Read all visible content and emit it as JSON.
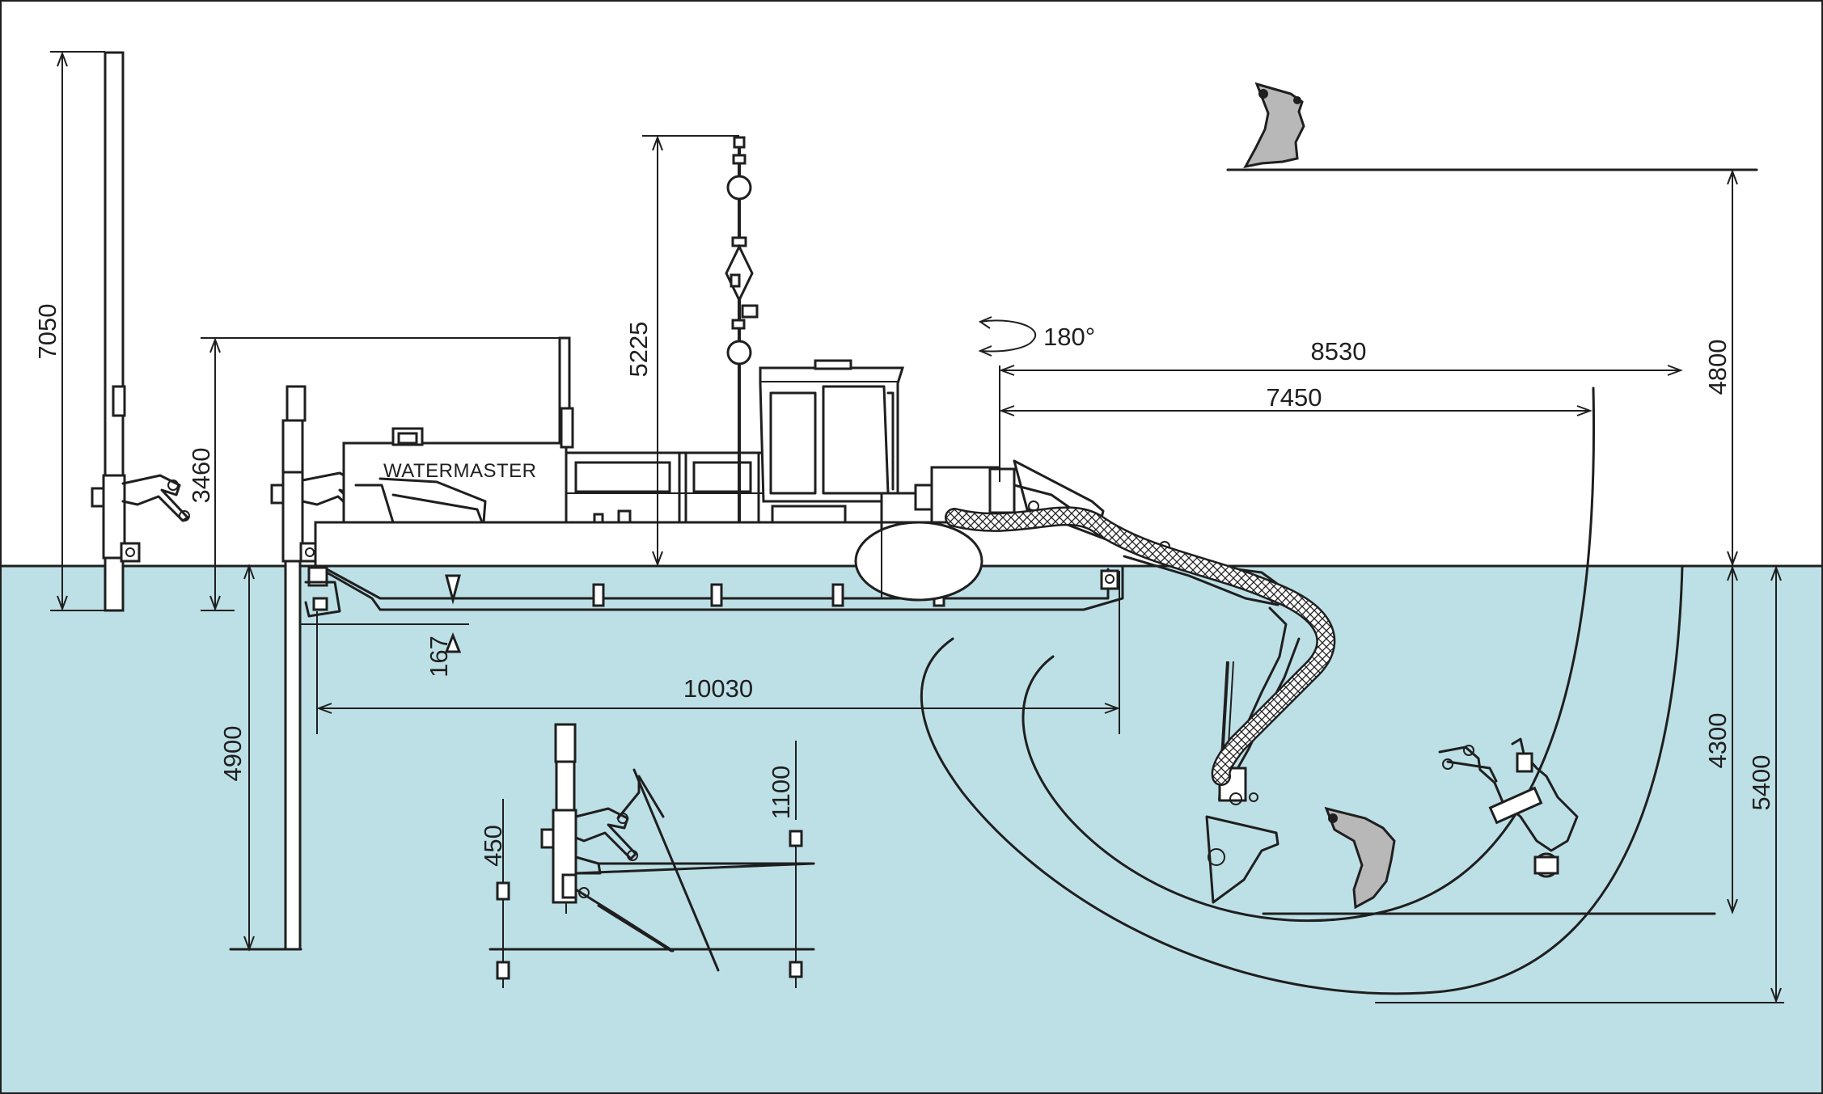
{
  "brand": "WATERMASTER",
  "rotation": "180°",
  "dimensions": {
    "d7050": "7050",
    "d3460": "3460",
    "d5225": "5225",
    "d8530": "8530",
    "d7450": "7450",
    "d4800": "4800",
    "d167": "167",
    "d10030": "10030",
    "d4900": "4900",
    "d1100": "1100",
    "d450": "450",
    "d4300": "4300",
    "d5400": "5400"
  },
  "colors": {
    "water": "#bde0e6",
    "line": "#1f1f1f",
    "bucket": "#b8b8b8",
    "sky": "#ffffff"
  }
}
